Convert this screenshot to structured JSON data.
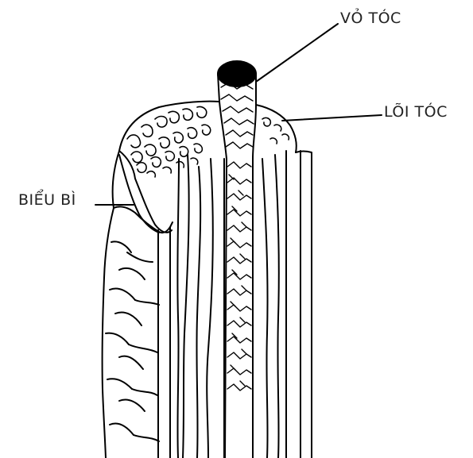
{
  "labels": {
    "cortex": "VỎ TÓC",
    "medulla": "LÕI TÓC",
    "cuticle": "BIỂU BÌ"
  },
  "colors": {
    "ink": "#000000",
    "label_text": "#222222",
    "background": "#ffffff"
  }
}
